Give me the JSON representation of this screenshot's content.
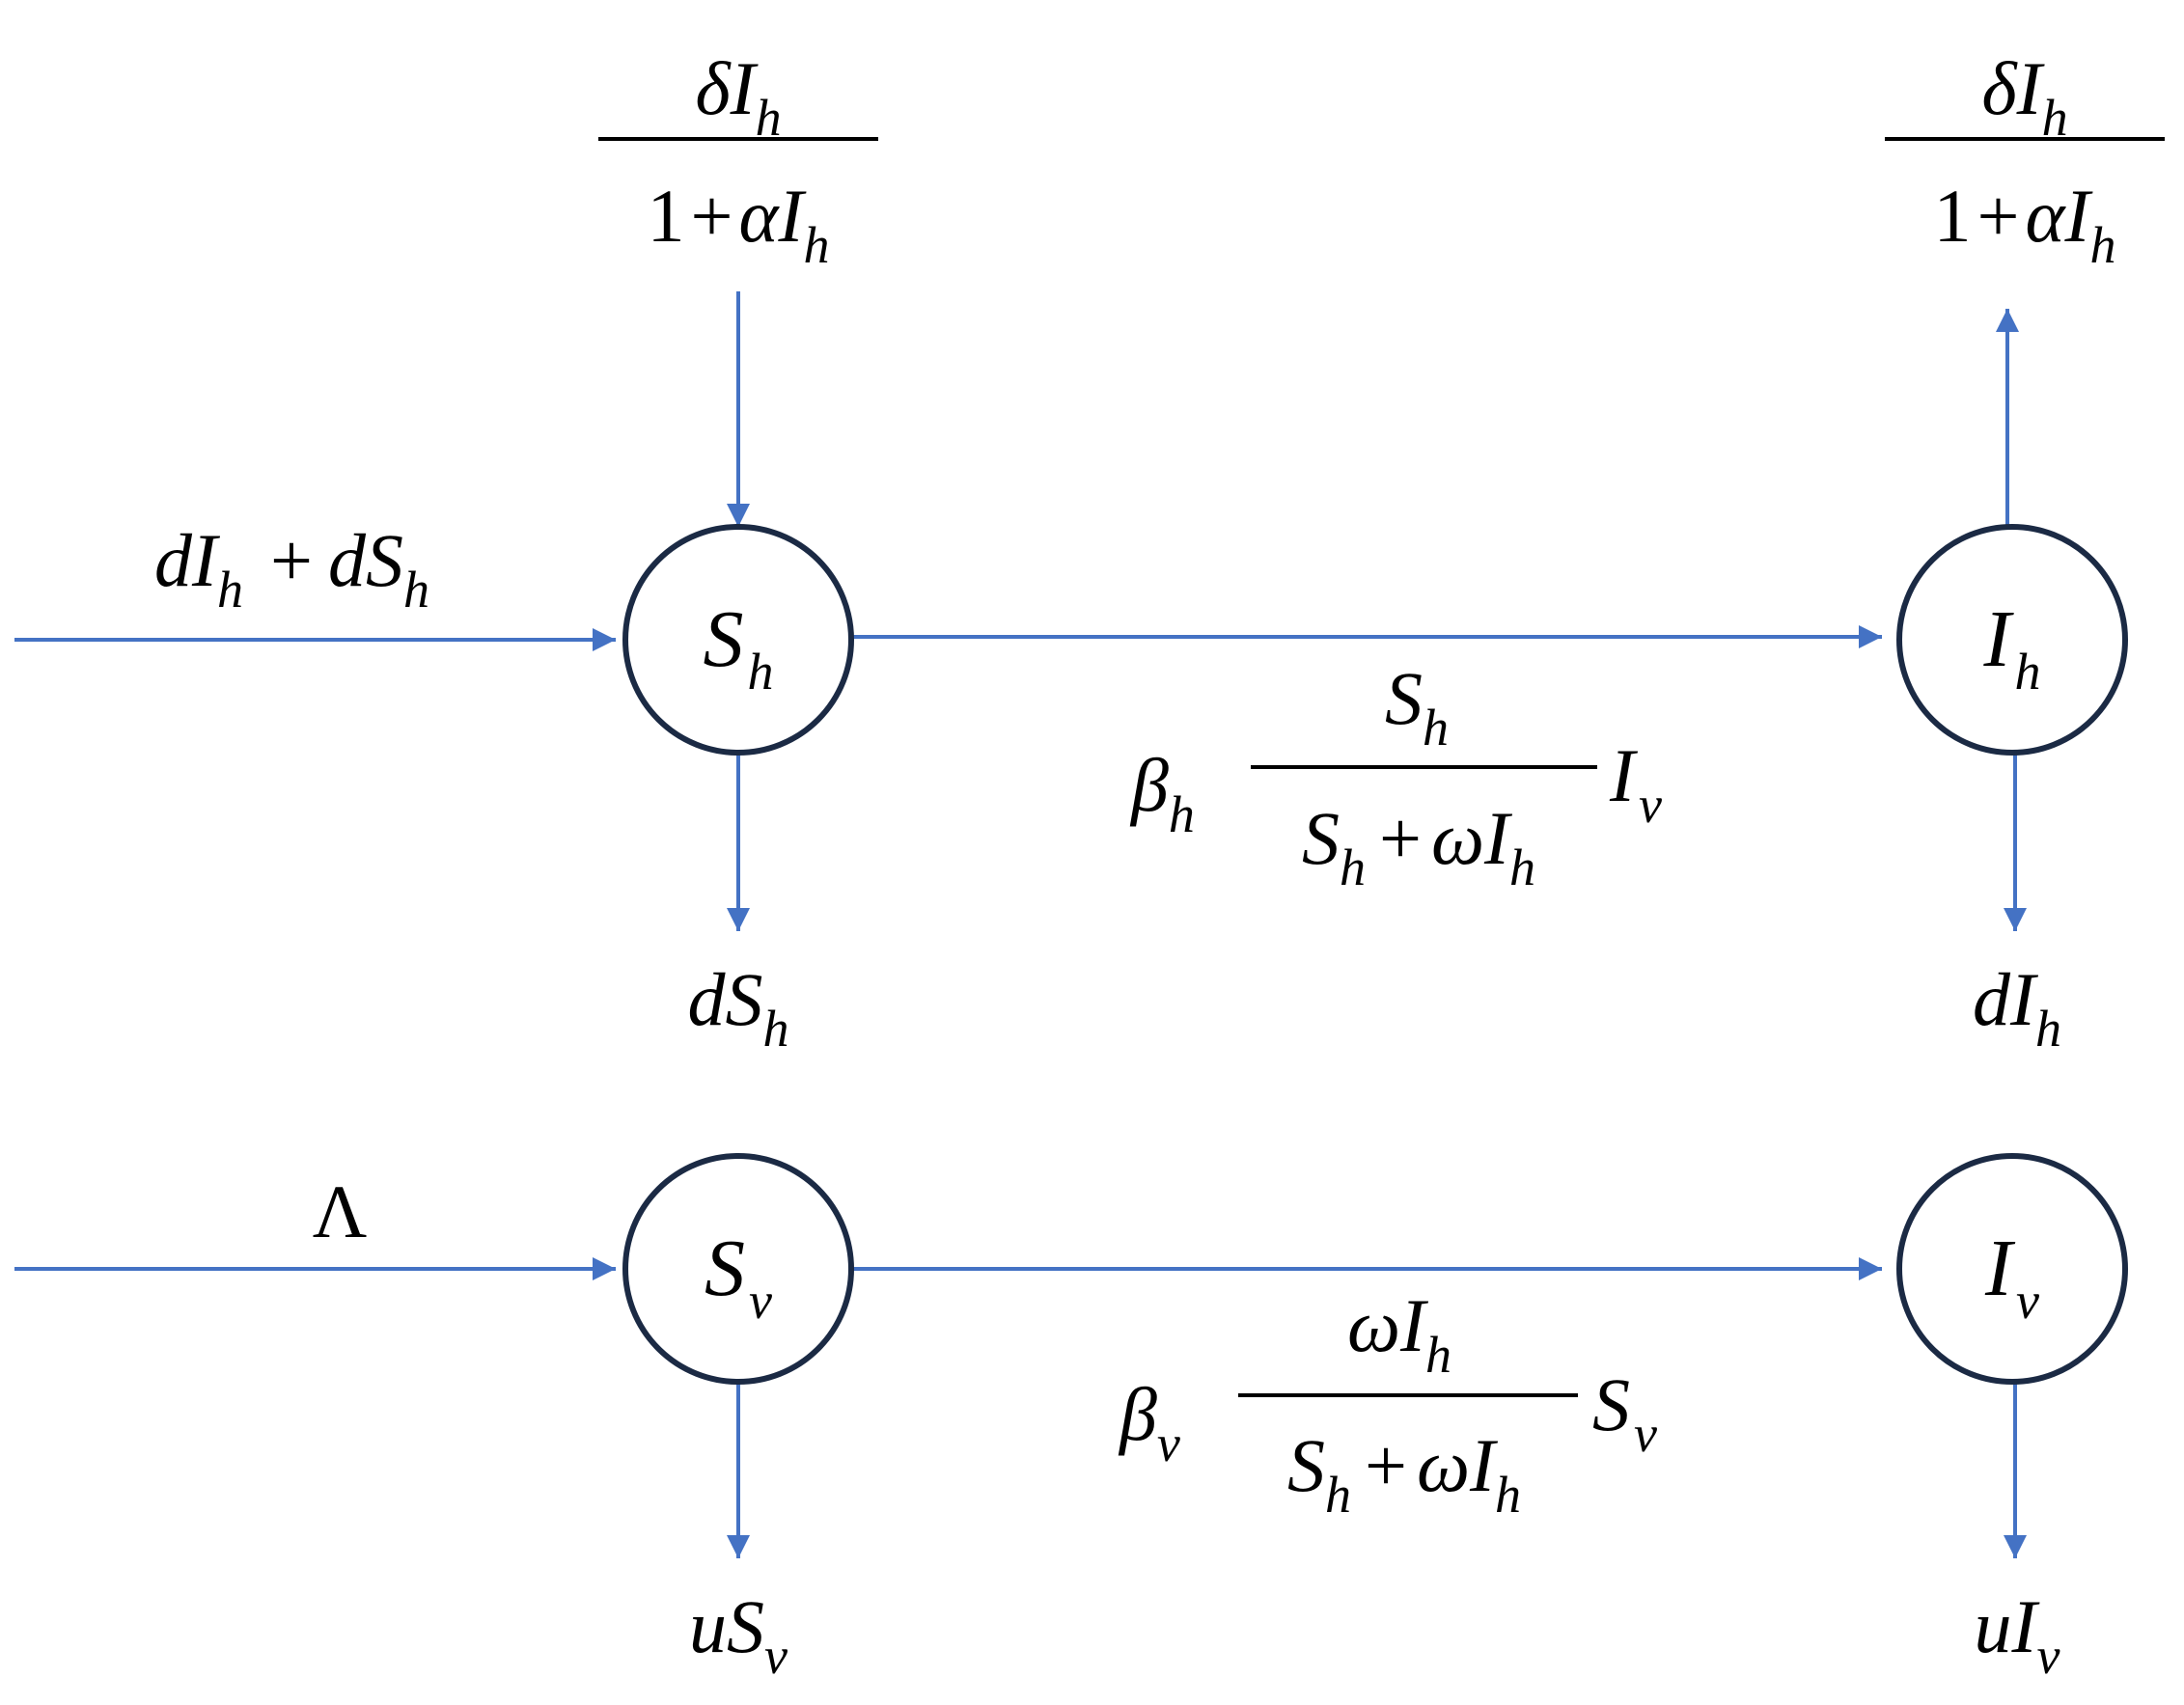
{
  "nodes": {
    "sh": {
      "base": "S",
      "sub": "h"
    },
    "ih": {
      "base": "I",
      "sub": "h"
    },
    "sv": {
      "base": "S",
      "sub": "v"
    },
    "iv": {
      "base": "I",
      "sub": "v"
    }
  },
  "labels": {
    "recruit_h": {
      "p1": "dI",
      "s1": "h",
      "op": "+",
      "p2": "dS",
      "s2": "h"
    },
    "recovery_in": {
      "num_a": "δI",
      "num_sub": "h",
      "den_a": "1",
      "den_op": "+",
      "den_b": "αI",
      "den_sub": "h"
    },
    "recovery_out": {
      "num_a": "δI",
      "num_sub": "h",
      "den_a": "1",
      "den_op": "+",
      "den_b": "αI",
      "den_sub": "h"
    },
    "death_sh": {
      "a": "dS",
      "sub": "h"
    },
    "death_ih": {
      "a": "dI",
      "sub": "h"
    },
    "infection_h": {
      "coef": "β",
      "coef_sub": "h",
      "num": "S",
      "num_sub": "h",
      "den_a": "S",
      "den_a_sub": "h",
      "den_op": "+",
      "den_b": "ωI",
      "den_b_sub": "h",
      "tail": "I",
      "tail_sub": "v"
    },
    "recruit_v": {
      "a": "Λ"
    },
    "infection_v": {
      "coef": "β",
      "coef_sub": "v",
      "num": "ωI",
      "num_sub": "h",
      "den_a": "S",
      "den_a_sub": "h",
      "den_op": "+",
      "den_b": "ωI",
      "den_b_sub": "h",
      "tail": "S",
      "tail_sub": "v"
    },
    "death_sv": {
      "a": "uS",
      "sub": "v"
    },
    "death_iv": {
      "a": "uI",
      "sub": "v"
    }
  },
  "colors": {
    "arrow": "#4472c4",
    "node_stroke": "#1b2a44",
    "text": "#000000"
  }
}
